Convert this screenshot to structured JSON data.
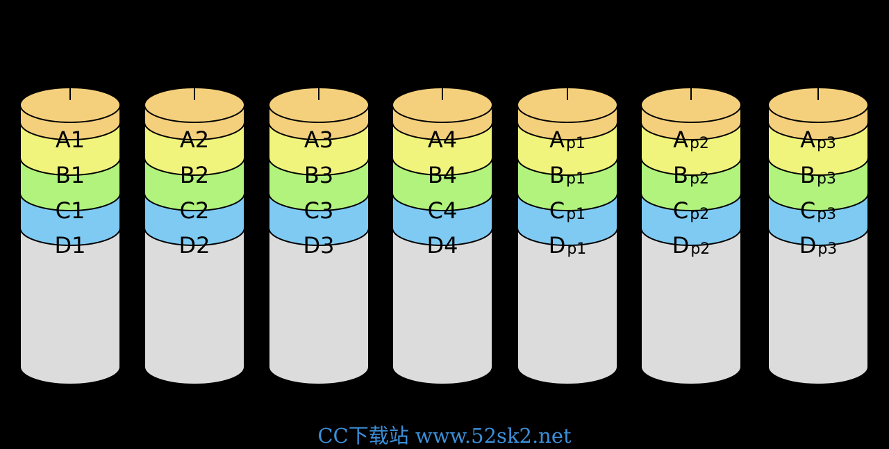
{
  "colors": {
    "background": "#000000",
    "stripe_a": "#f5d07c",
    "stripe_b": "#f0f47d",
    "stripe_c": "#b2f37e",
    "stripe_d": "#7fcaf2",
    "empty_disk": "#dcdcdc",
    "outline": "#000000"
  },
  "disks": [
    {
      "blocks": [
        {
          "base": "A1",
          "sub": ""
        },
        {
          "base": "B1",
          "sub": ""
        },
        {
          "base": "C1",
          "sub": ""
        },
        {
          "base": "D1",
          "sub": ""
        }
      ]
    },
    {
      "blocks": [
        {
          "base": "A2",
          "sub": ""
        },
        {
          "base": "B2",
          "sub": ""
        },
        {
          "base": "C2",
          "sub": ""
        },
        {
          "base": "D2",
          "sub": ""
        }
      ]
    },
    {
      "blocks": [
        {
          "base": "A3",
          "sub": ""
        },
        {
          "base": "B3",
          "sub": ""
        },
        {
          "base": "C3",
          "sub": ""
        },
        {
          "base": "D3",
          "sub": ""
        }
      ]
    },
    {
      "blocks": [
        {
          "base": "A4",
          "sub": ""
        },
        {
          "base": "B4",
          "sub": ""
        },
        {
          "base": "C4",
          "sub": ""
        },
        {
          "base": "D4",
          "sub": ""
        }
      ]
    },
    {
      "blocks": [
        {
          "base": "A",
          "sub": "p1"
        },
        {
          "base": "B",
          "sub": "p1"
        },
        {
          "base": "C",
          "sub": "p1"
        },
        {
          "base": "D",
          "sub": "p1"
        }
      ]
    },
    {
      "blocks": [
        {
          "base": "A",
          "sub": "p2"
        },
        {
          "base": "B",
          "sub": "p2"
        },
        {
          "base": "C",
          "sub": "p2"
        },
        {
          "base": "D",
          "sub": "p2"
        }
      ]
    },
    {
      "blocks": [
        {
          "base": "A",
          "sub": "p3"
        },
        {
          "base": "B",
          "sub": "p3"
        },
        {
          "base": "C",
          "sub": "p3"
        },
        {
          "base": "D",
          "sub": "p3"
        }
      ]
    }
  ],
  "watermark": "CC下载站 www.52sk2.net"
}
